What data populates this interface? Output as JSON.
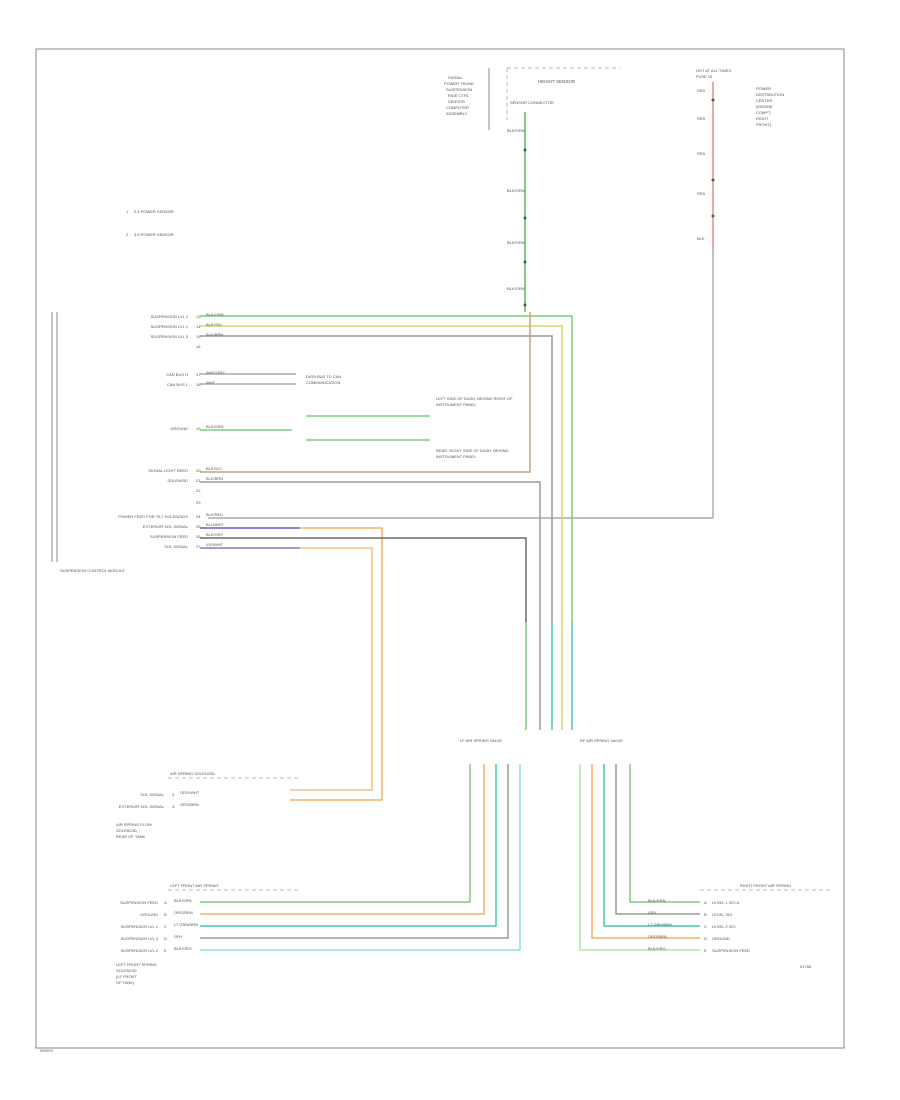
{
  "diagram": {
    "module_label": "SUSPENSION CONTROL MODULE",
    "footer_code": "51786",
    "sheet_number": "W0093",
    "legend": [
      {
        "mark": "1",
        "text": "2.4 POWER SENSOR"
      },
      {
        "mark": "2",
        "text": "3.6 POWER SENSOR"
      }
    ],
    "sensor_top": {
      "title": "HEIGHT SENSOR",
      "labels": [
        "SIGNAL",
        "POWER TRUNK",
        "SUSPENSION",
        "RIDE CTRL",
        "SENSOR",
        "COMPUTER",
        "ASSEMBLY"
      ],
      "connector_label": "SENSOR CONNECTOR"
    },
    "fuse_block": {
      "title": "HOT AT ALL TIMES",
      "sub": "FUSE 15",
      "labels": [
        "POWER",
        "DISTRIBUTION",
        "CENTER",
        "(ENGINE",
        "COMPT,",
        "RIGHT",
        "FRONT)"
      ]
    },
    "left_pins": [
      {
        "label": "SUSPENSION LVL 2",
        "pin": "13",
        "wire": "BLK/GRN"
      },
      {
        "label": "SUSPENSION LVL 1",
        "pin": "14",
        "wire": "BLK/YEL"
      },
      {
        "label": "SUSPENSION LVL 3",
        "pin": "15",
        "wire": "BLK/BRN"
      },
      {
        "label": "",
        "pin": "16",
        "wire": ""
      },
      {
        "label": "CAN BUS H",
        "pin": "17",
        "wire": "WHT/GRY"
      },
      {
        "label": "CAN BUS L",
        "pin": "18",
        "wire": "WHT"
      },
      {
        "label": "GROUND",
        "pin": "19",
        "wire": "BLK/GRN"
      },
      {
        "label": "SIGNAL LIGHT REED",
        "pin": "20",
        "wire": "BLK/VIO"
      },
      {
        "label": "SOLENOID",
        "pin": "21",
        "wire": "BLK/BRN"
      },
      {
        "label": "",
        "pin": "22",
        "wire": ""
      },
      {
        "label": "",
        "pin": "23",
        "wire": ""
      },
      {
        "label": "POWER FEED FOR TILT SOLENOIDS",
        "pin": "24",
        "wire": "BLK/RED"
      },
      {
        "label": "EXTERIOR SOL SIGNAL",
        "pin": "25",
        "wire": "BLU/WHT"
      },
      {
        "label": "SUSPENSION FEED",
        "pin": "26",
        "wire": "BLK/GRY"
      },
      {
        "label": "SOL SIGNAL",
        "pin": "27",
        "wire": "VIO/WHT"
      }
    ],
    "right_notes": [
      "DATA BUS TO CAN",
      "COMMUNICATION",
      "LEFT SIDE OF DASH, BEHIND RIGHT OF",
      "INSTRUMENT PANEL",
      "REAR, RIGHT SIDE OF DASH, BEHIND",
      "INSTRUMENT PANEL"
    ],
    "middle_connector_left": "LF AIR SPRING VALVE",
    "middle_connector_right": "RF AIR SPRING VALVE",
    "mid_left_block": {
      "title": "AIR SPRING SOLENOID",
      "pins": [
        {
          "label": "SOL SIGNAL",
          "pin": "3",
          "wire": "ORG/WHT"
        },
        {
          "label": "EXTERIOR SOL SIGNAL",
          "pin": "4",
          "wire": "ORG/BRN"
        }
      ],
      "note": [
        "AIR SPRING FLOW",
        "SOLENOID,",
        "REAR OF TANK"
      ]
    },
    "bottom_left_block": {
      "title": "LEFT FRONT AIR SPRING",
      "pins": [
        {
          "label": "SUSPENSION FEED",
          "pin": "A",
          "wire": "BLK/GRN"
        },
        {
          "label": "GROUND",
          "pin": "B",
          "wire": "ORG/BRN"
        },
        {
          "label": "SUSPENSION LVL 1",
          "pin": "C",
          "wire": "LT GRN/BRN"
        },
        {
          "label": "SUSPENSION LVL 3",
          "pin": "D",
          "wire": "GRY"
        },
        {
          "label": "SUSPENSION LVL 2",
          "pin": "E",
          "wire": "BLK/ORG"
        }
      ],
      "note": [
        "LEFT FRONT SPRING",
        "SOLENOID",
        "(LF FRONT",
        "OF TANK)"
      ]
    },
    "bottom_right_block": {
      "title": "RIGHT FRONT AIR SPRING",
      "pins": [
        {
          "label": "LEVEL 1 SIG A",
          "pin": "A",
          "wire": "BLK/GRN"
        },
        {
          "label": "LEVEL SIG",
          "pin": "B",
          "wire": "GRY"
        },
        {
          "label": "LEVEL 2 SIG",
          "pin": "C",
          "wire": "LT GRN/BRN"
        },
        {
          "label": "GROUND",
          "pin": "D",
          "wire": "ORG/BRN"
        },
        {
          "label": "SUSPENSION FEED",
          "pin": "E",
          "wire": "BLK/ORG"
        }
      ]
    },
    "colors": {
      "border": "#888888",
      "text": "#555555",
      "wire_green": "#7ccf7c",
      "wire_light_green": "#b5e6a8",
      "wire_teal": "#48c8b0",
      "wire_orange": "#f2b06a",
      "wire_tan": "#c8a47a",
      "wire_gray": "#9a9a9a",
      "wire_dark": "#6a6a6a",
      "wire_blue": "#6b6bd6",
      "wire_red": "#e07070",
      "wire_yellow": "#d6d66a",
      "wire_cyan": "#8fdde6"
    }
  }
}
